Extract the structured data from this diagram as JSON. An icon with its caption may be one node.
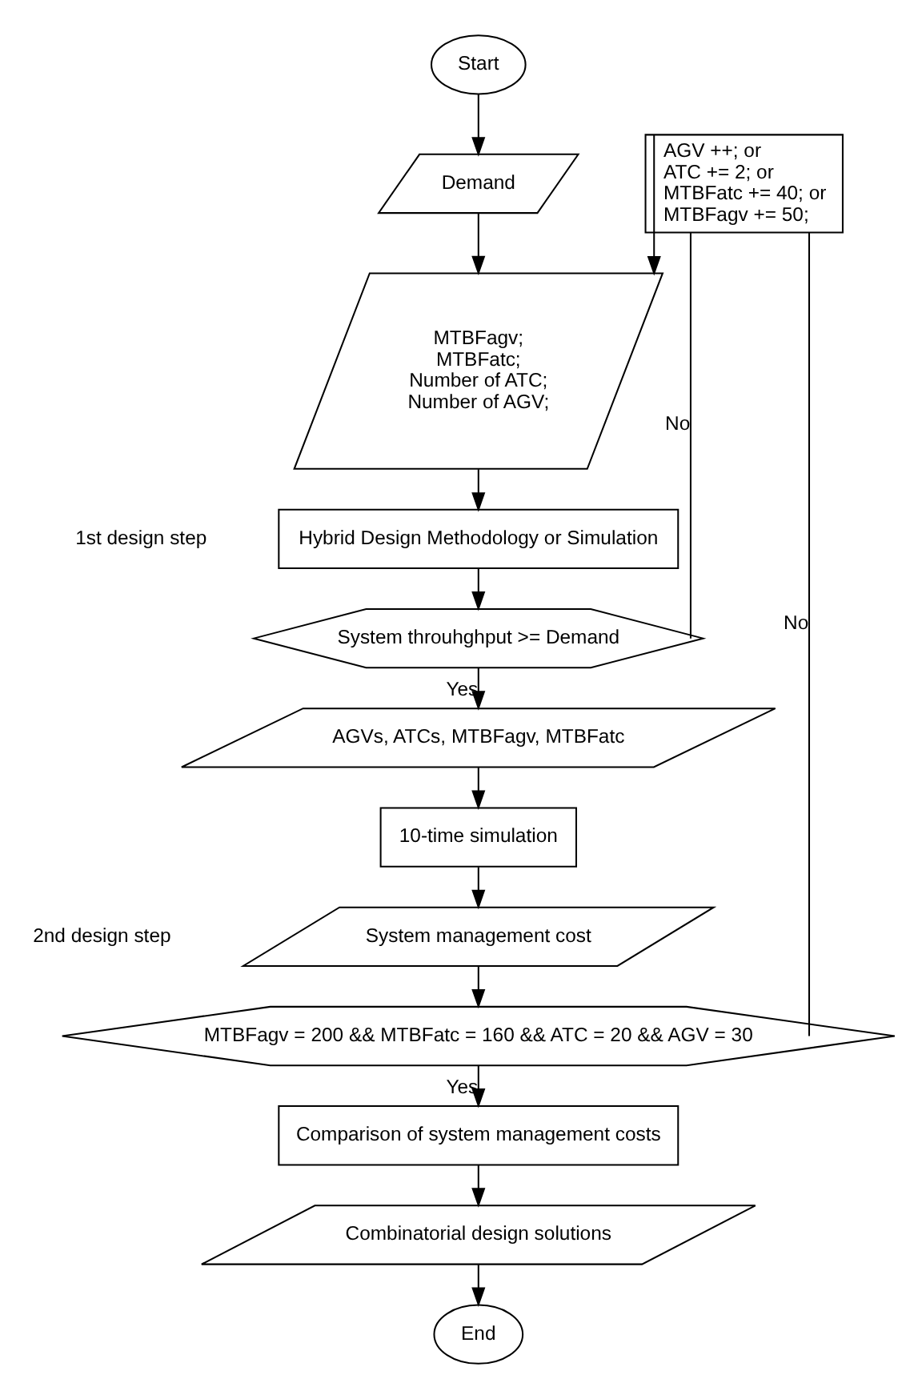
{
  "diagram": {
    "nodes": [
      {
        "text": [
          "Start"
        ]
      },
      {
        "text": [
          "Demand"
        ]
      },
      {
        "text": [
          "MTBFagv;",
          "MTBFatc;",
          "Number of ATC;",
          "Number of AGV;"
        ]
      },
      {
        "text": [
          "AGV ++; or",
          "ATC += 2; or",
          "MTBFatc += 40; or",
          "MTBFagv += 50;"
        ]
      },
      {
        "text": [
          "Hybrid Design Methodology or Simulation"
        ]
      },
      {
        "text": [
          "System throuhghput >= Demand"
        ]
      },
      {
        "text": [
          "AGVs, ATCs, MTBFagv, MTBFatc"
        ]
      },
      {
        "text": [
          "10-time simulation"
        ]
      },
      {
        "text": [
          "System management cost"
        ]
      },
      {
        "text": [
          "MTBFagv = 200 && MTBFatc = 160 && ATC = 20 && AGV = 30"
        ]
      },
      {
        "text": [
          "Comparison of system management costs"
        ]
      },
      {
        "text": [
          "Combinatorial design solutions"
        ]
      },
      {
        "text": [
          "End"
        ]
      }
    ],
    "edges": [
      {
        "from": 0,
        "to": 1,
        "arrow": "to"
      },
      {
        "from": 1,
        "to": 2,
        "arrow": "to"
      },
      {
        "from": 2,
        "to": 4,
        "arrow": "to"
      },
      {
        "from": 4,
        "to": 5,
        "arrow": "to"
      },
      {
        "from": 5,
        "to": 6,
        "arrow": "to",
        "label": "Yes"
      },
      {
        "from": 5,
        "to": 3,
        "arrow": "none",
        "label": "No"
      },
      {
        "from": 3,
        "to": 2,
        "arrow": "to"
      },
      {
        "from": 6,
        "to": 7,
        "arrow": "to"
      },
      {
        "from": 7,
        "to": 8,
        "arrow": "to"
      },
      {
        "from": 8,
        "to": 9,
        "arrow": "to"
      },
      {
        "from": 9,
        "to": 10,
        "arrow": "to",
        "label": "Yes"
      },
      {
        "from": 9,
        "to": 3,
        "arrow": "none",
        "label": "No"
      },
      {
        "from": 10,
        "to": 11,
        "arrow": "to"
      },
      {
        "from": 11,
        "to": 12,
        "arrow": "to"
      }
    ],
    "labels": [
      "1st design step",
      "2nd design step"
    ]
  }
}
